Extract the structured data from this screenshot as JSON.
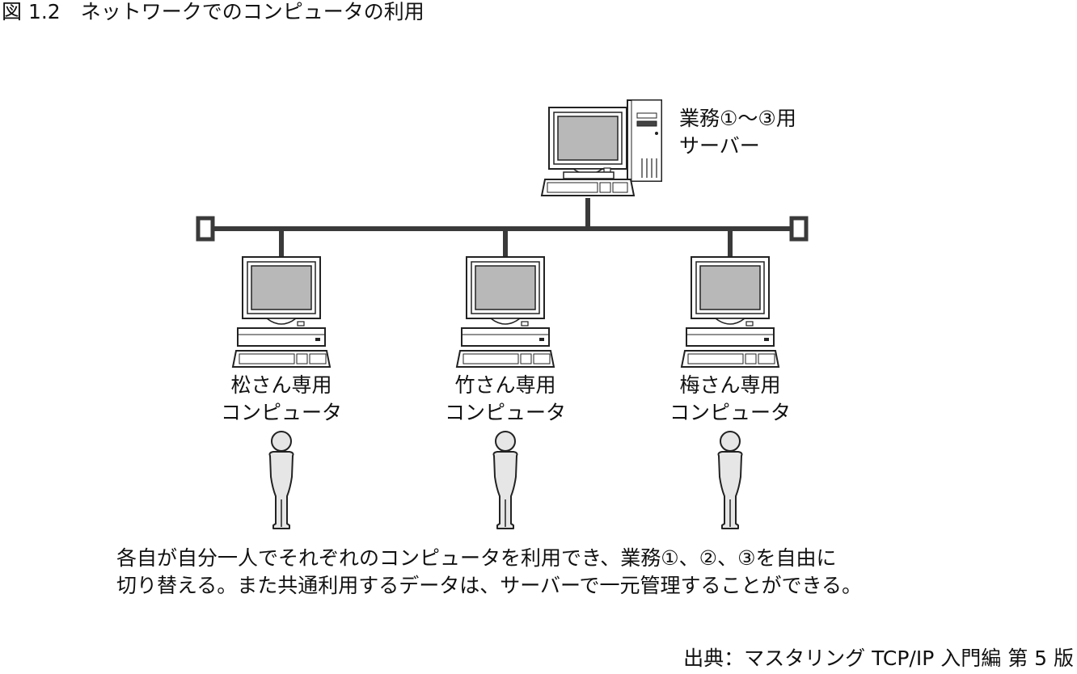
{
  "figure_title": "図 1.2　ネットワークでのコンピュータの利用",
  "server": {
    "label_line1": "業務①〜③用",
    "label_line2": "サーバー"
  },
  "computers": [
    {
      "name_line1": "松さん専用",
      "name_line2": "コンピュータ"
    },
    {
      "name_line1": "竹さん専用",
      "name_line2": "コンピュータ"
    },
    {
      "name_line1": "梅さん専用",
      "name_line2": "コンピュータ"
    }
  ],
  "caption": {
    "line1": "各自が自分一人でそれぞれのコンピュータを利用でき、業務①、②、③を自由に",
    "line2": "切り替える。また共通利用するデータは、サーバーで一元管理することができる。"
  },
  "source": "出典：マスタリング TCP/IP 入門編 第 5 版",
  "colors": {
    "line": "#3a3a3a",
    "screen": "#b8b8b8",
    "person": "#e6e6e6"
  },
  "icons": [
    "server-tower-icon",
    "desktop-computer-icon",
    "person-icon",
    "terminator-icon"
  ]
}
